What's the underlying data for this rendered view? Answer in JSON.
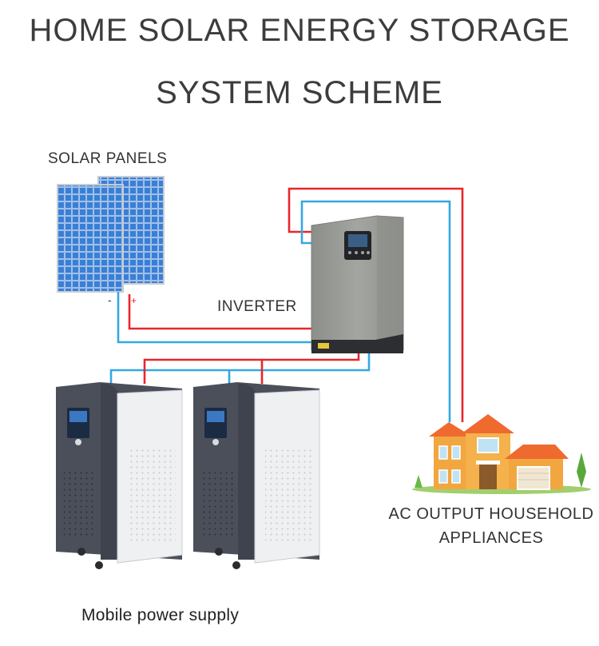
{
  "title": {
    "line1": "HOME SOLAR ENERGY STORAGE",
    "line2": "SYSTEM SCHEME"
  },
  "labels": {
    "solar_panels": "SOLAR PANELS",
    "inverter": "INVERTER",
    "ac_output_line1": "AC OUTPUT HOUSEHOLD",
    "ac_output_line2": "APPLIANCES",
    "mobile_power": "Mobile power supply",
    "panel_minus": "-",
    "panel_plus": "+"
  },
  "colors": {
    "positive_wire": "#e8262c",
    "negative_wire": "#35a8e0",
    "panel_blue": "#2f6fc4",
    "inverter_body": "#9a9c98",
    "battery_dark": "#4b4f5a",
    "battery_white": "#eef0f2",
    "house_wall": "#f2a640",
    "house_roof": "#ef6a2f"
  }
}
